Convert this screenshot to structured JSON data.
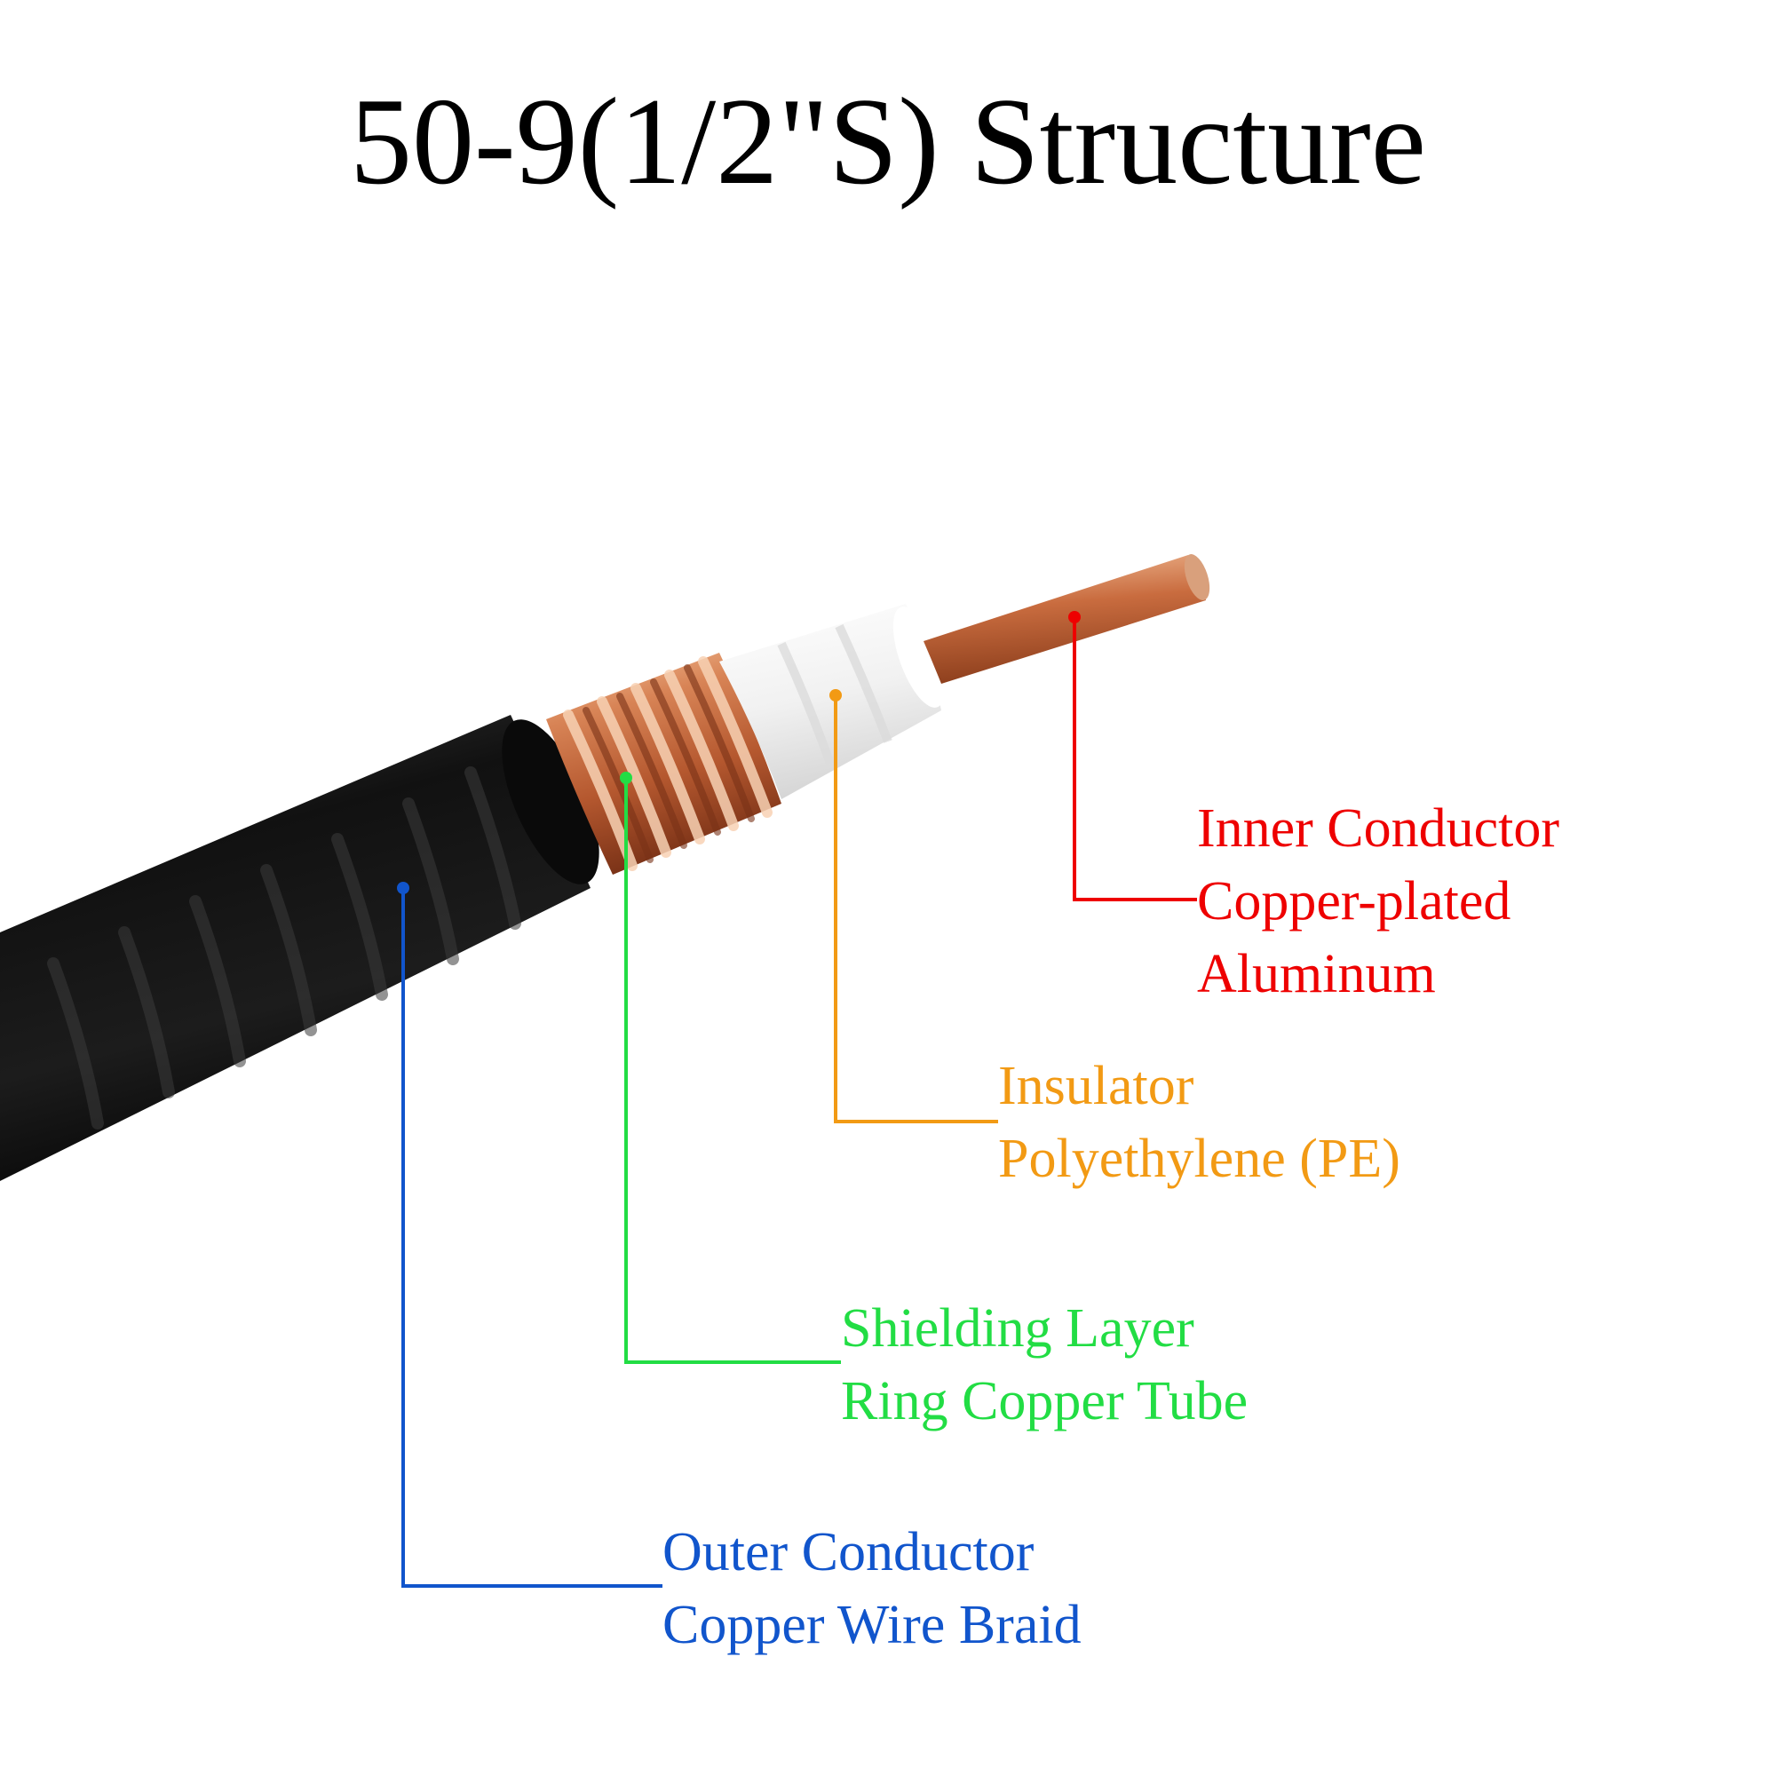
{
  "title": "50-9(1/2\"S) Structure",
  "components": [
    {
      "id": "inner",
      "name": "Inner Conductor",
      "lines": [
        "Inner Conductor",
        "Copper-plated",
        "Aluminum"
      ],
      "color": "#ee0000"
    },
    {
      "id": "insulator",
      "name": "Insulator",
      "lines": [
        "Insulator",
        "Polyethylene (PE)"
      ],
      "color": "#f29a14"
    },
    {
      "id": "shield",
      "name": "Shielding Layer",
      "lines": [
        "Shielding Layer",
        "Ring Copper Tube"
      ],
      "color": "#22dd44"
    },
    {
      "id": "outer",
      "name": "Outer Conductor",
      "lines": [
        "Outer Conductor",
        "Copper Wire Braid"
      ],
      "color": "#1155cc"
    }
  ]
}
